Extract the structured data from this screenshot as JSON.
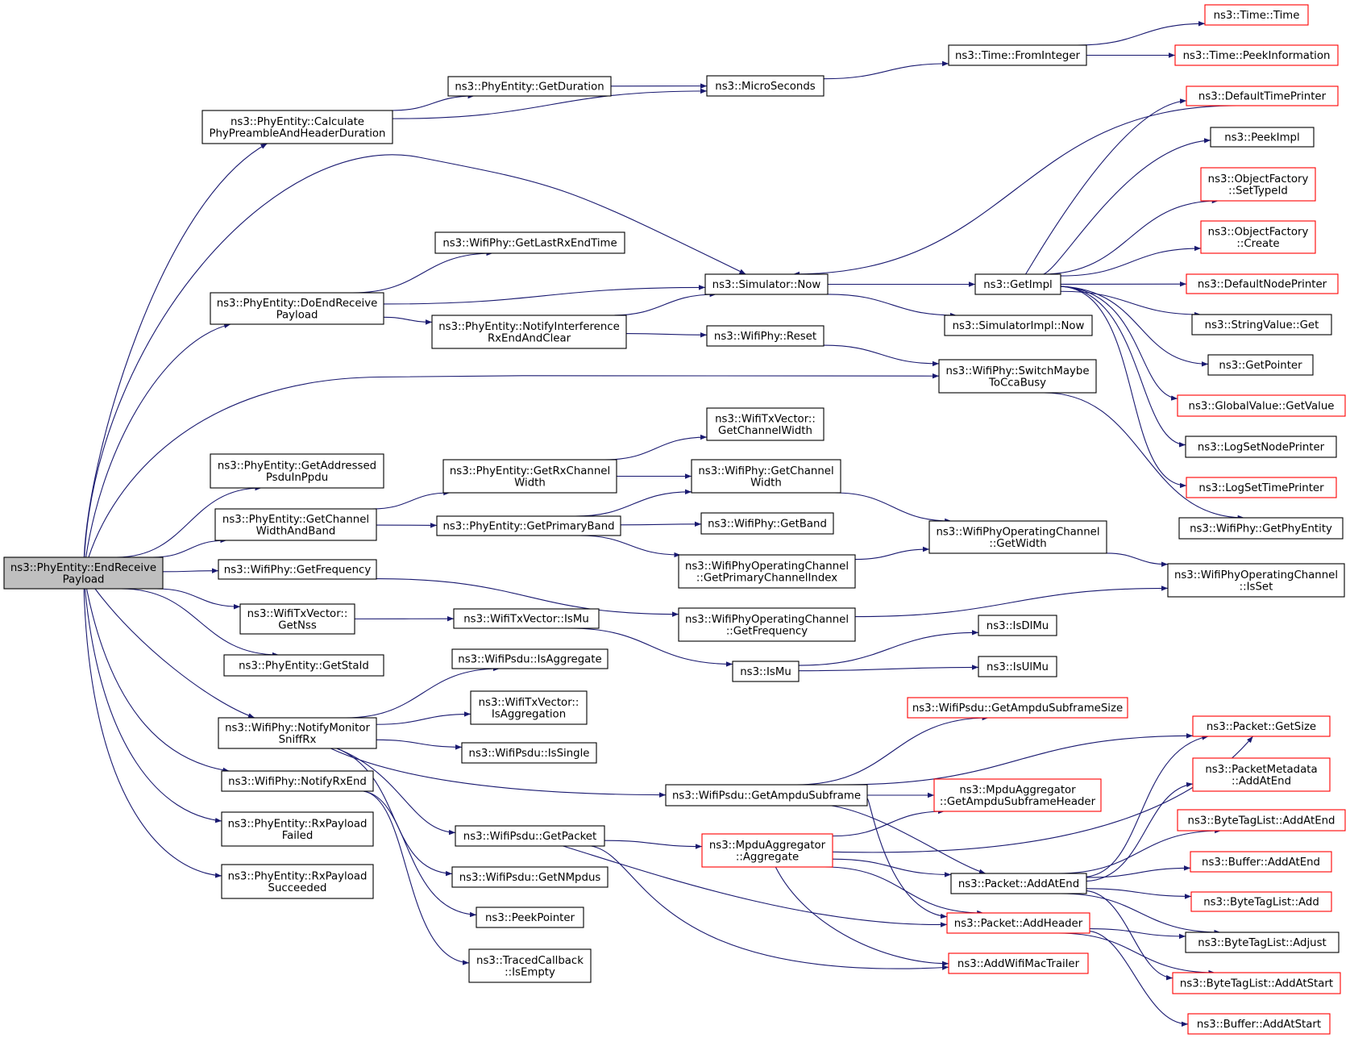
{
  "title": "",
  "colors": {
    "edge": "#191970",
    "node_border": "#000000",
    "external_node_border": "#ff0000",
    "root_fill": "#bfbfbf",
    "node_fill": "#ffffff",
    "text": "#000000"
  },
  "nodes": [
    {
      "id": "root",
      "lines": [
        "ns3::PhyEntity::EndReceive",
        "Payload"
      ],
      "style": "root"
    },
    {
      "id": "calc",
      "lines": [
        "ns3::PhyEntity::Calculate",
        "PhyPreambleAndHeaderDuration"
      ],
      "style": "normal"
    },
    {
      "id": "getdur",
      "lines": [
        "ns3::PhyEntity::GetDuration"
      ],
      "style": "normal"
    },
    {
      "id": "micro",
      "lines": [
        "ns3::MicroSeconds"
      ],
      "style": "normal"
    },
    {
      "id": "fromint",
      "lines": [
        "ns3::Time::FromInteger"
      ],
      "style": "normal"
    },
    {
      "id": "time",
      "lines": [
        "ns3::Time::Time"
      ],
      "style": "external"
    },
    {
      "id": "peekinfo",
      "lines": [
        "ns3::Time::PeekInformation"
      ],
      "style": "external"
    },
    {
      "id": "deftp",
      "lines": [
        "ns3::DefaultTimePrinter"
      ],
      "style": "external"
    },
    {
      "id": "peekimpl",
      "lines": [
        "ns3::PeekImpl"
      ],
      "style": "normal"
    },
    {
      "id": "ofst",
      "lines": [
        "ns3::ObjectFactory",
        "::SetTypeId"
      ],
      "style": "external"
    },
    {
      "id": "ofcr",
      "lines": [
        "ns3::ObjectFactory",
        "::Create"
      ],
      "style": "external"
    },
    {
      "id": "defnp",
      "lines": [
        "ns3::DefaultNodePrinter"
      ],
      "style": "external"
    },
    {
      "id": "strget",
      "lines": [
        "ns3::StringValue::Get"
      ],
      "style": "normal"
    },
    {
      "id": "getptr",
      "lines": [
        "ns3::GetPointer"
      ],
      "style": "normal"
    },
    {
      "id": "gvget",
      "lines": [
        "ns3::GlobalValue::GetValue"
      ],
      "style": "external"
    },
    {
      "id": "lognp",
      "lines": [
        "ns3::LogSetNodePrinter"
      ],
      "style": "normal"
    },
    {
      "id": "logtp",
      "lines": [
        "ns3::LogSetTimePrinter"
      ],
      "style": "external"
    },
    {
      "id": "getphyent",
      "lines": [
        "ns3::WifiPhy::GetPhyEntity"
      ],
      "style": "normal"
    },
    {
      "id": "lastrx",
      "lines": [
        "ns3::WifiPhy::GetLastRxEndTime"
      ],
      "style": "normal"
    },
    {
      "id": "simnow",
      "lines": [
        "ns3::Simulator::Now"
      ],
      "style": "normal"
    },
    {
      "id": "getimpl",
      "lines": [
        "ns3::GetImpl"
      ],
      "style": "normal"
    },
    {
      "id": "simimplnow",
      "lines": [
        "ns3::SimulatorImpl::Now"
      ],
      "style": "normal"
    },
    {
      "id": "doend",
      "lines": [
        "ns3::PhyEntity::DoEndReceive",
        "Payload"
      ],
      "style": "normal"
    },
    {
      "id": "notifint",
      "lines": [
        "ns3::PhyEntity::NotifyInterference",
        "RxEndAndClear"
      ],
      "style": "normal"
    },
    {
      "id": "reset",
      "lines": [
        "ns3::WifiPhy::Reset"
      ],
      "style": "normal"
    },
    {
      "id": "switchcca",
      "lines": [
        "ns3::WifiPhy::SwitchMaybe",
        "ToCcaBusy"
      ],
      "style": "normal"
    },
    {
      "id": "getaddr",
      "lines": [
        "ns3::PhyEntity::GetAddressed",
        "PsduInPpdu"
      ],
      "style": "normal"
    },
    {
      "id": "txchw",
      "lines": [
        "ns3::WifiTxVector::",
        "GetChannelWidth"
      ],
      "style": "normal"
    },
    {
      "id": "getrxchw",
      "lines": [
        "ns3::PhyEntity::GetRxChannel",
        "Width"
      ],
      "style": "normal"
    },
    {
      "id": "phychw",
      "lines": [
        "ns3::WifiPhy::GetChannel",
        "Width"
      ],
      "style": "normal"
    },
    {
      "id": "getchwb",
      "lines": [
        "ns3::PhyEntity::GetChannel",
        "WidthAndBand"
      ],
      "style": "normal"
    },
    {
      "id": "primband",
      "lines": [
        "ns3::PhyEntity::GetPrimaryBand"
      ],
      "style": "normal"
    },
    {
      "id": "getband",
      "lines": [
        "ns3::WifiPhy::GetBand"
      ],
      "style": "normal"
    },
    {
      "id": "opwidth",
      "lines": [
        "ns3::WifiPhyOperatingChannel",
        "::GetWidth"
      ],
      "style": "normal"
    },
    {
      "id": "opprim",
      "lines": [
        "ns3::WifiPhyOperatingChannel",
        "::GetPrimaryChannelIndex"
      ],
      "style": "normal"
    },
    {
      "id": "opisset",
      "lines": [
        "ns3::WifiPhyOperatingChannel",
        "::IsSet"
      ],
      "style": "normal"
    },
    {
      "id": "getfreq",
      "lines": [
        "ns3::WifiPhy::GetFrequency"
      ],
      "style": "normal"
    },
    {
      "id": "opfreq",
      "lines": [
        "ns3::WifiPhyOperatingChannel",
        "::GetFrequency"
      ],
      "style": "normal"
    },
    {
      "id": "getnss",
      "lines": [
        "ns3::WifiTxVector::",
        "GetNss"
      ],
      "style": "normal"
    },
    {
      "id": "txismu",
      "lines": [
        "ns3::WifiTxVector::IsMu"
      ],
      "style": "normal"
    },
    {
      "id": "ismu",
      "lines": [
        "ns3::IsMu"
      ],
      "style": "normal"
    },
    {
      "id": "isdlmu",
      "lines": [
        "ns3::IsDlMu"
      ],
      "style": "normal"
    },
    {
      "id": "isulmu",
      "lines": [
        "ns3::IsUlMu"
      ],
      "style": "normal"
    },
    {
      "id": "getstaid",
      "lines": [
        "ns3::PhyEntity::GetStaId"
      ],
      "style": "normal"
    },
    {
      "id": "isagg",
      "lines": [
        "ns3::WifiPsdu::IsAggregate"
      ],
      "style": "normal"
    },
    {
      "id": "txisagg",
      "lines": [
        "ns3::WifiTxVector::",
        "IsAggregation"
      ],
      "style": "normal"
    },
    {
      "id": "notifmon",
      "lines": [
        "ns3::WifiPhy::NotifyMonitor",
        "SniffRx"
      ],
      "style": "normal"
    },
    {
      "id": "issingle",
      "lines": [
        "ns3::WifiPsdu::IsSingle"
      ],
      "style": "normal"
    },
    {
      "id": "ampdusize",
      "lines": [
        "ns3::WifiPsdu::GetAmpduSubframeSize"
      ],
      "style": "external"
    },
    {
      "id": "getampdu",
      "lines": [
        "ns3::WifiPsdu::GetAmpduSubframe"
      ],
      "style": "normal"
    },
    {
      "id": "mpdusubhdr",
      "lines": [
        "ns3::MpduAggregator",
        "::GetAmpduSubframeHeader"
      ],
      "style": "external"
    },
    {
      "id": "pktsize",
      "lines": [
        "ns3::Packet::GetSize"
      ],
      "style": "external"
    },
    {
      "id": "pmaddend",
      "lines": [
        "ns3::PacketMetadata",
        "::AddAtEnd"
      ],
      "style": "external"
    },
    {
      "id": "btladdend",
      "lines": [
        "ns3::ByteTagList::AddAtEnd"
      ],
      "style": "external"
    },
    {
      "id": "notifrxend",
      "lines": [
        "ns3::WifiPhy::NotifyRxEnd"
      ],
      "style": "normal"
    },
    {
      "id": "getpacket",
      "lines": [
        "ns3::WifiPsdu::GetPacket"
      ],
      "style": "normal"
    },
    {
      "id": "mpduagg",
      "lines": [
        "ns3::MpduAggregator",
        "::Aggregate"
      ],
      "style": "external"
    },
    {
      "id": "pktaddend",
      "lines": [
        "ns3::Packet::AddAtEnd"
      ],
      "style": "normal"
    },
    {
      "id": "bufaddend",
      "lines": [
        "ns3::Buffer::AddAtEnd"
      ],
      "style": "external"
    },
    {
      "id": "btladd",
      "lines": [
        "ns3::ByteTagList::Add"
      ],
      "style": "external"
    },
    {
      "id": "rxfail",
      "lines": [
        "ns3::PhyEntity::RxPayload",
        "Failed"
      ],
      "style": "normal"
    },
    {
      "id": "getnmpdus",
      "lines": [
        "ns3::WifiPsdu::GetNMpdus"
      ],
      "style": "normal"
    },
    {
      "id": "rxsucc",
      "lines": [
        "ns3::PhyEntity::RxPayload",
        "Succeeded"
      ],
      "style": "normal"
    },
    {
      "id": "peekptr",
      "lines": [
        "ns3::PeekPointer"
      ],
      "style": "normal"
    },
    {
      "id": "pkthdr",
      "lines": [
        "ns3::Packet::AddHeader"
      ],
      "style": "external"
    },
    {
      "id": "btladj",
      "lines": [
        "ns3::ByteTagList::Adjust"
      ],
      "style": "normal"
    },
    {
      "id": "btlstart",
      "lines": [
        "ns3::ByteTagList::AddAtStart"
      ],
      "style": "external"
    },
    {
      "id": "wifitrailer",
      "lines": [
        "ns3::AddWifiMacTrailer"
      ],
      "style": "external"
    },
    {
      "id": "tcbempty",
      "lines": [
        "ns3::TracedCallback",
        "::IsEmpty"
      ],
      "style": "normal"
    },
    {
      "id": "bufstart",
      "lines": [
        "ns3::Buffer::AddAtStart"
      ],
      "style": "external"
    }
  ],
  "edges": [
    [
      "root",
      "calc"
    ],
    [
      "root",
      "simnow"
    ],
    [
      "root",
      "doend"
    ],
    [
      "root",
      "switchcca"
    ],
    [
      "root",
      "getaddr"
    ],
    [
      "root",
      "getchwb"
    ],
    [
      "root",
      "getfreq"
    ],
    [
      "root",
      "getnss"
    ],
    [
      "root",
      "getstaid"
    ],
    [
      "root",
      "notifmon"
    ],
    [
      "root",
      "notifrxend"
    ],
    [
      "root",
      "rxfail"
    ],
    [
      "root",
      "rxsucc"
    ],
    [
      "calc",
      "getdur"
    ],
    [
      "calc",
      "micro"
    ],
    [
      "getdur",
      "micro"
    ],
    [
      "micro",
      "fromint"
    ],
    [
      "fromint",
      "time"
    ],
    [
      "fromint",
      "peekinfo"
    ],
    [
      "simnow",
      "getimpl"
    ],
    [
      "simnow",
      "simimplnow"
    ],
    [
      "getimpl",
      "deftp"
    ],
    [
      "getimpl",
      "peekimpl"
    ],
    [
      "getimpl",
      "ofst"
    ],
    [
      "getimpl",
      "ofcr"
    ],
    [
      "getimpl",
      "defnp"
    ],
    [
      "getimpl",
      "strget"
    ],
    [
      "getimpl",
      "getptr"
    ],
    [
      "getimpl",
      "gvget"
    ],
    [
      "getimpl",
      "lognp"
    ],
    [
      "getimpl",
      "logtp"
    ],
    [
      "deftp",
      "simnow"
    ],
    [
      "doend",
      "lastrx"
    ],
    [
      "doend",
      "simnow"
    ],
    [
      "doend",
      "notifint"
    ],
    [
      "notifint",
      "simnow"
    ],
    [
      "notifint",
      "reset"
    ],
    [
      "reset",
      "switchcca"
    ],
    [
      "switchcca",
      "getphyent"
    ],
    [
      "getchwb",
      "getrxchw"
    ],
    [
      "getchwb",
      "primband"
    ],
    [
      "getrxchw",
      "txchw"
    ],
    [
      "getrxchw",
      "phychw"
    ],
    [
      "primband",
      "phychw"
    ],
    [
      "primband",
      "getband"
    ],
    [
      "primband",
      "opprim"
    ],
    [
      "phychw",
      "opwidth"
    ],
    [
      "opprim",
      "opwidth"
    ],
    [
      "opwidth",
      "opisset"
    ],
    [
      "getfreq",
      "opfreq"
    ],
    [
      "opfreq",
      "opisset"
    ],
    [
      "getnss",
      "txismu"
    ],
    [
      "txismu",
      "ismu"
    ],
    [
      "ismu",
      "isdlmu"
    ],
    [
      "ismu",
      "isulmu"
    ],
    [
      "notifmon",
      "isagg"
    ],
    [
      "notifmon",
      "txisagg"
    ],
    [
      "notifmon",
      "issingle"
    ],
    [
      "notifmon",
      "getampdu"
    ],
    [
      "notifmon",
      "getpacket"
    ],
    [
      "notifmon",
      "getnmpdus"
    ],
    [
      "getampdu",
      "ampdusize"
    ],
    [
      "getampdu",
      "pktsize"
    ],
    [
      "getampdu",
      "mpdusubhdr"
    ],
    [
      "getampdu",
      "pktaddend"
    ],
    [
      "getampdu",
      "pkthdr"
    ],
    [
      "getpacket",
      "mpduagg"
    ],
    [
      "getpacket",
      "pkthdr"
    ],
    [
      "getpacket",
      "wifitrailer"
    ],
    [
      "mpduagg",
      "mpdusubhdr"
    ],
    [
      "mpduagg",
      "pktsize"
    ],
    [
      "mpduagg",
      "pktaddend"
    ],
    [
      "mpduagg",
      "pkthdr"
    ],
    [
      "mpduagg",
      "wifitrailer"
    ],
    [
      "pktaddend",
      "pktsize"
    ],
    [
      "pktaddend",
      "pmaddend"
    ],
    [
      "pktaddend",
      "btladdend"
    ],
    [
      "pktaddend",
      "bufaddend"
    ],
    [
      "pktaddend",
      "btladd"
    ],
    [
      "pktaddend",
      "btladj"
    ],
    [
      "pktaddend",
      "btlstart"
    ],
    [
      "pkthdr",
      "btladj"
    ],
    [
      "pkthdr",
      "btlstart"
    ],
    [
      "pkthdr",
      "bufstart"
    ],
    [
      "notifrxend",
      "peekptr"
    ],
    [
      "notifrxend",
      "tcbempty"
    ]
  ]
}
